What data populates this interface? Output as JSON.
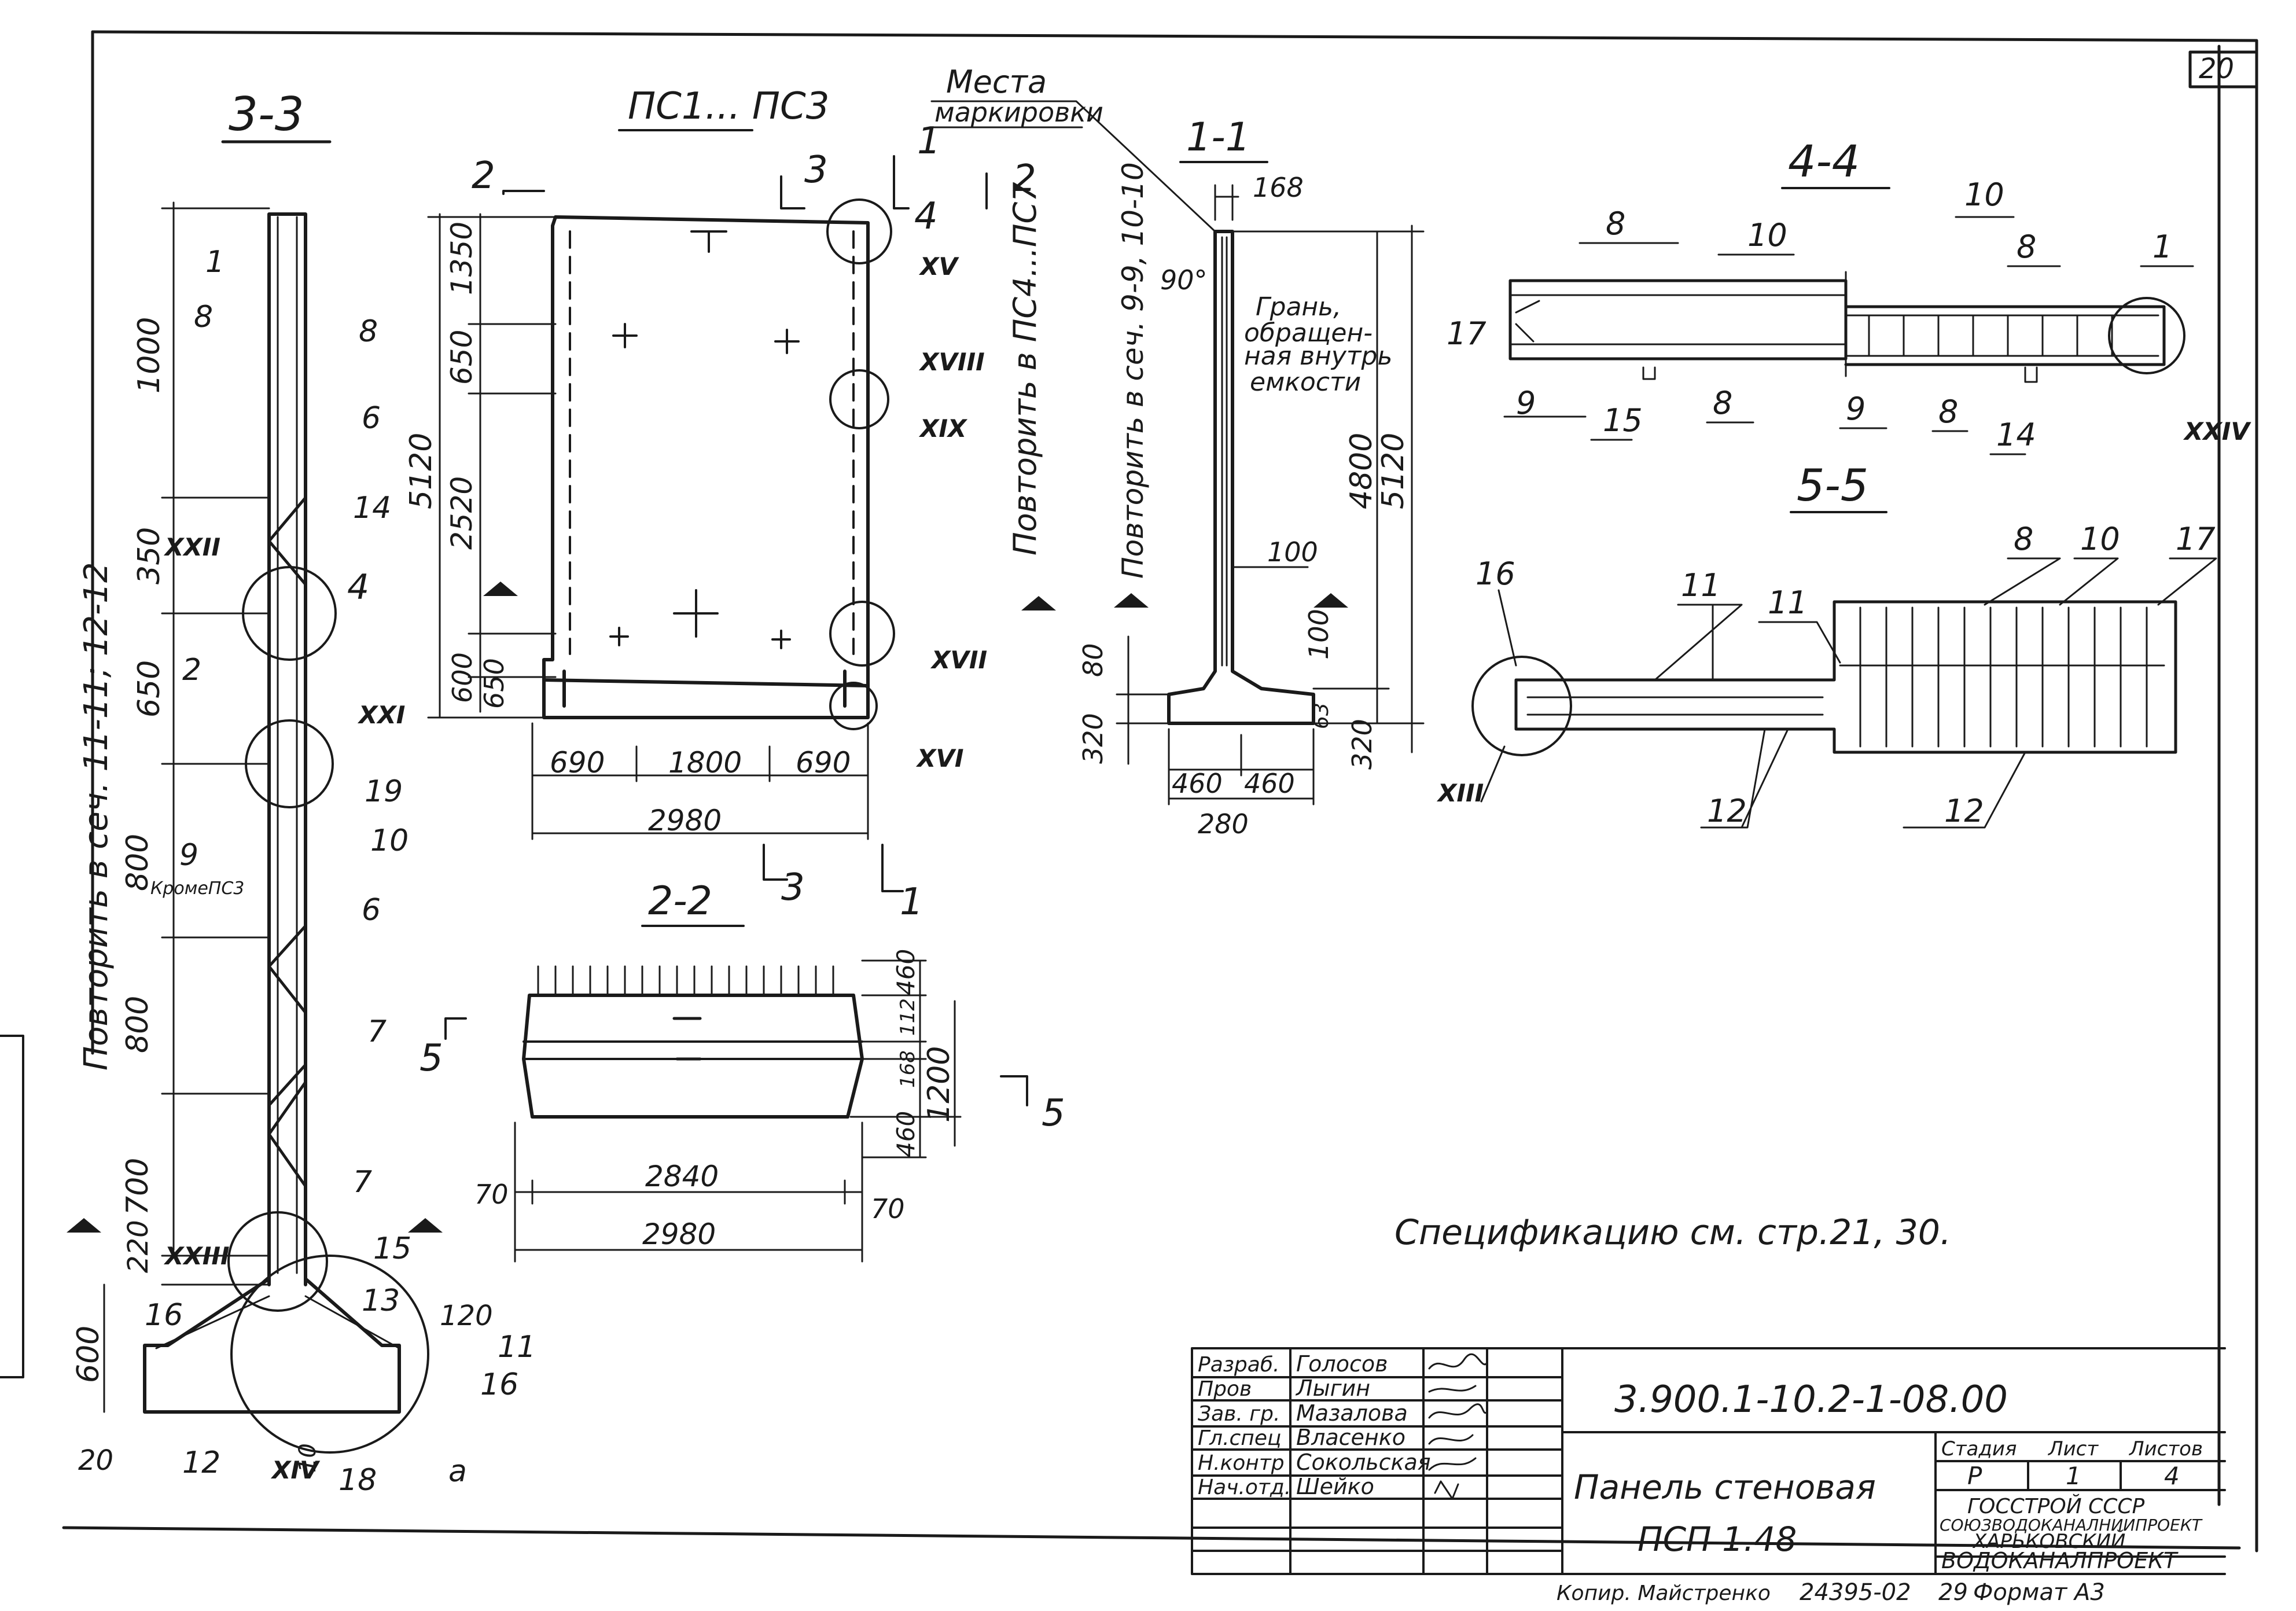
{
  "sheet_number": "20",
  "views": {
    "section_3_3": {
      "title": "3-3",
      "dims": [
        "1000",
        "350",
        "650",
        "800",
        "800",
        "700",
        "220",
        "600",
        "5120",
        "20",
        "10",
        "120",
        "a"
      ],
      "repeat_note": "Повторить в сеч. 11-11; 12-12",
      "callouts": [
        "1",
        "8",
        "8",
        "6",
        "14",
        "2",
        "19",
        "10",
        "9",
        "6",
        "7",
        "7",
        "15",
        "16",
        "13",
        "11",
        "16",
        "12",
        "18"
      ],
      "except_note": "КромеПС3",
      "node_labels": [
        "XXII",
        "XXI",
        "XXIII",
        "XIV"
      ],
      "section_mark": "4"
    },
    "panel_elevation": {
      "title": "ПС1... ПС3",
      "dims": [
        "1350",
        "650",
        "2520",
        "600",
        "650",
        "5120",
        "690",
        "1800",
        "690",
        "2980"
      ],
      "node_labels": [
        "XV",
        "XVIII",
        "XIX",
        "XVII",
        "XVI"
      ],
      "section_marks": [
        "2",
        "3",
        "1",
        "4",
        "2",
        "3",
        "1"
      ],
      "repeat_note": "Повторить в ПС4...ПС7"
    },
    "section_1_1": {
      "title": "1-1",
      "marking_label_1": "Места",
      "marking_label_2": "маркировки",
      "dims": [
        "168",
        "90°",
        "100",
        "100",
        "80",
        "320",
        "63",
        "460",
        "460",
        "280",
        "4800",
        "5120",
        "320"
      ],
      "face_note_1": "Грань,",
      "face_note_2": "обращен-",
      "face_note_3": "ная внутрь",
      "face_note_4": "емкости",
      "repeat_note": "Повторить в сеч. 9-9, 10-10"
    },
    "section_2_2": {
      "title": "2-2",
      "dims": [
        "460",
        "112",
        "168",
        "460",
        "1200",
        "70",
        "2840",
        "70",
        "2980"
      ],
      "section_marks": [
        "5",
        "5"
      ]
    },
    "section_4_4": {
      "title": "4-4",
      "callouts": [
        "8",
        "10",
        "10",
        "8",
        "1",
        "17",
        "9",
        "15",
        "8",
        "9",
        "8",
        "14"
      ],
      "node_labels": [
        "XXIV"
      ]
    },
    "section_5_5": {
      "title": "5-5",
      "callouts": [
        "16",
        "11",
        "11",
        "8",
        "10",
        "17",
        "12",
        "12"
      ],
      "node_labels": [
        "XIII"
      ]
    }
  },
  "spec_note": "Спецификацию см. стр.21, 30.",
  "title_block": {
    "roles": [
      "Разраб.",
      "Пров",
      "Зав. гр.",
      "Гл.спец",
      "Н.контр",
      "Нач.отд."
    ],
    "names": [
      "Голосов",
      "Лыгин",
      "Мазалова",
      "Власенко",
      "Сокольская",
      "Шейко"
    ],
    "code": "3.900.1-10.2-1-08.00",
    "item_title_1": "Панель стеновая",
    "item_title_2": "ПСП 1.48",
    "col_headers": [
      "Стадия",
      "Лист",
      "Листов"
    ],
    "stage": "Р",
    "sheet": "1",
    "sheets": "4",
    "org_1": "ГОССТРОЙ СССР",
    "org_2": "СОЮЗВОДОКАНАЛНИИПРОЕКТ",
    "org_3": "ХАРЬКОВСКИЙ",
    "org_4": "ВОДОКАНАЛПРОЕКТ"
  },
  "footer": {
    "copy": "Копир. Майстренко",
    "order_no": "24395-02",
    "page": "29",
    "format": "Формат А3"
  }
}
